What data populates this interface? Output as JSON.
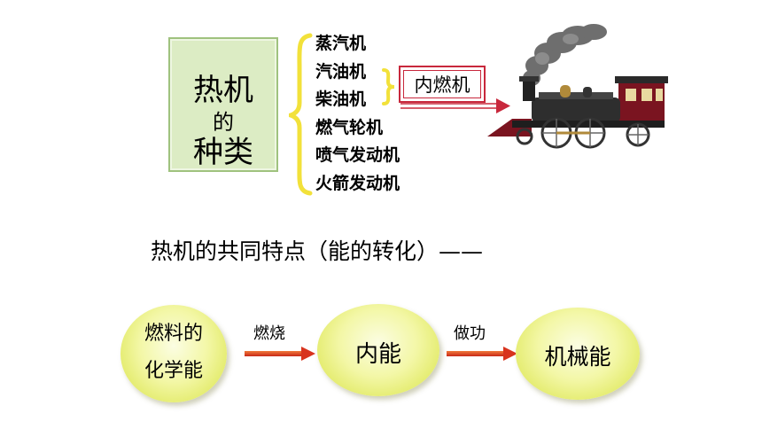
{
  "title": {
    "line1": "热机",
    "line2": "的",
    "line3": "种类"
  },
  "engine_types": [
    "蒸汽机",
    "汽油机",
    "柴油机",
    "燃气轮机",
    "喷气发动机",
    "火箭发动机"
  ],
  "internal_combustion": "内燃机",
  "common_feature": "热机的共同特点（能的转化）——",
  "flow": {
    "node1_line1": "燃料的",
    "node1_line2": "化学能",
    "arrow1": "燃烧",
    "node2": "内能",
    "arrow2": "做功",
    "node3": "机械能"
  },
  "colors": {
    "brace": "#f2e13a",
    "accent_red": "#c8283c",
    "title_bg": "#dcecc4"
  }
}
